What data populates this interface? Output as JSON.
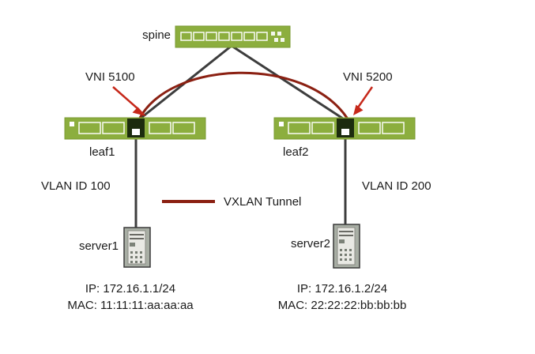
{
  "diagram": {
    "nodes": {
      "spine": {
        "label": "spine"
      },
      "leaf1": {
        "label": "leaf1"
      },
      "leaf2": {
        "label": "leaf2"
      },
      "server1": {
        "label": "server1",
        "ip": "IP: 172.16.1.1/24",
        "mac": "MAC: 11:11:11:aa:aa:aa"
      },
      "server2": {
        "label": "server2",
        "ip": "IP: 172.16.1.2/24",
        "mac": "MAC: 22:22:22:bb:bb:bb"
      }
    },
    "annotations": {
      "vni_leaf1": "VNI 5100",
      "vni_leaf2": "VNI 5200",
      "vlan_leaf1": "VLAN ID 100",
      "vlan_leaf2": "VLAN ID 200",
      "legend": "VXLAN Tunnel"
    },
    "colors": {
      "switch_green": "#8cae3e",
      "switch_port_dark": "#1c2b0e",
      "tunnel_red": "#8b2012",
      "arrow_red": "#c6281a",
      "link_gray": "#3d3d3d"
    },
    "icons": {
      "spine": "switch-icon",
      "leaf1": "switch-icon",
      "leaf2": "switch-icon",
      "server1": "server-tower-icon",
      "server2": "server-tower-icon"
    }
  }
}
